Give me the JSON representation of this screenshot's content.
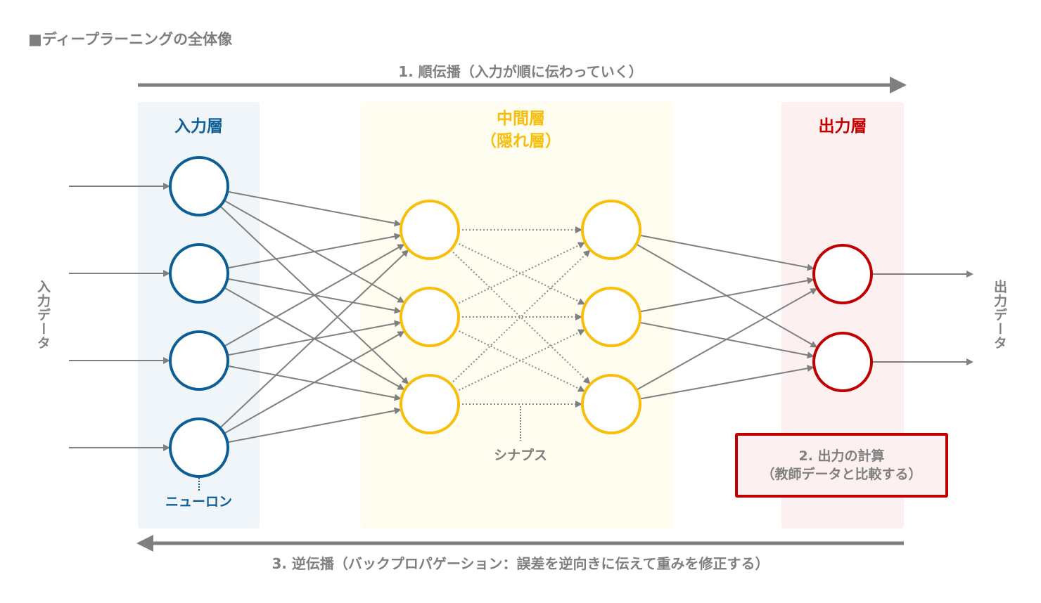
{
  "title": "■ディープラーニングの全体像",
  "forward_label": "1. 順伝播（入力が順に伝わっていく）",
  "backward_label": "3. 逆伝播（バックプロパゲーション：誤差を逆向きに伝えて重みを修正する）",
  "layers": {
    "input": {
      "label": "入力層",
      "color": "#0e5e96"
    },
    "hidden": {
      "label_line1": "中間層",
      "label_line2": "（隠れ層）",
      "color": "#f7bf0b"
    },
    "output": {
      "label": "出力層",
      "color": "#c00000"
    }
  },
  "annotations": {
    "neuron": "ニューロン",
    "synapse": "シナプス",
    "input_data": "入力データ",
    "output_data": "出力データ"
  },
  "output_box": {
    "line1": "2. 出力の計算",
    "line2": "（教師データと比較する）"
  },
  "structure": {
    "input_nodes": 4,
    "hidden1_nodes": 3,
    "hidden2_nodes": 3,
    "output_nodes": 2
  }
}
